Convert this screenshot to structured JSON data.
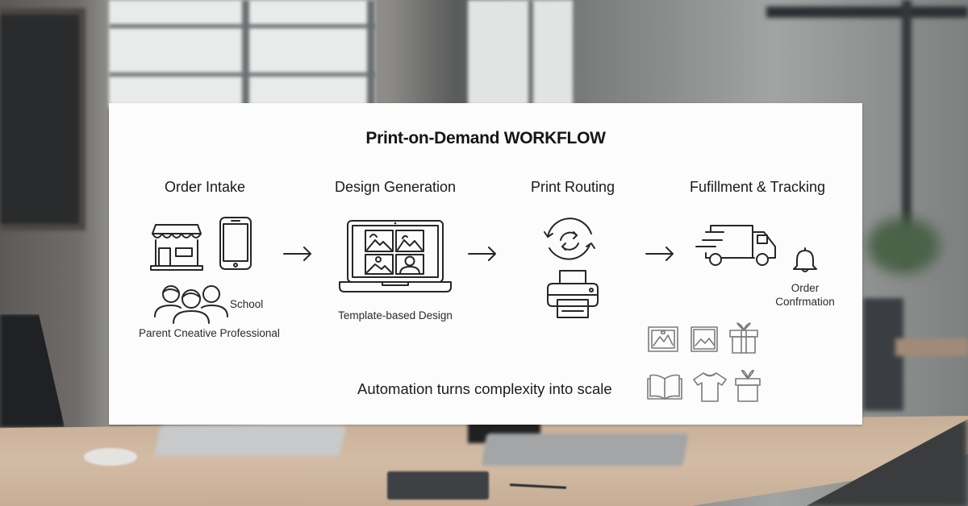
{
  "diagram": {
    "title": "Print-on-Demand WORKFLOW",
    "tagline": "Automation turns complexity into scale",
    "stages": [
      {
        "title": "Order Intake",
        "icons": [
          "storefront-icon",
          "smartphone-icon",
          "people-group-icon"
        ],
        "labels": {
          "school": "School",
          "audience": "Parent Cneative Professional"
        }
      },
      {
        "title": "Design Generation",
        "icons": [
          "laptop-gallery-icon"
        ],
        "labels": {
          "caption": "Template-based Design"
        }
      },
      {
        "title": "Print Routing",
        "icons": [
          "sync-cycle-icon",
          "printer-icon"
        ]
      },
      {
        "title": "Fufillment & Tracking",
        "icons": [
          "delivery-truck-icon",
          "bell-icon"
        ],
        "labels": {
          "notify_line1": "Order",
          "notify_line2": "Confrmation"
        },
        "products": [
          "framed-photo-icon",
          "photo-print-icon",
          "gift-box-icon",
          "photo-book-icon",
          "t-shirt-icon",
          "gift-box-small-icon"
        ]
      }
    ],
    "connectors": [
      "arrow-right-icon",
      "arrow-right-icon",
      "arrow-right-icon"
    ]
  },
  "colors": {
    "panel": "#fcfcfc",
    "ink": "#1c1c1c",
    "product_icon": "#7a7a7a",
    "desk": "#c9b19a"
  }
}
